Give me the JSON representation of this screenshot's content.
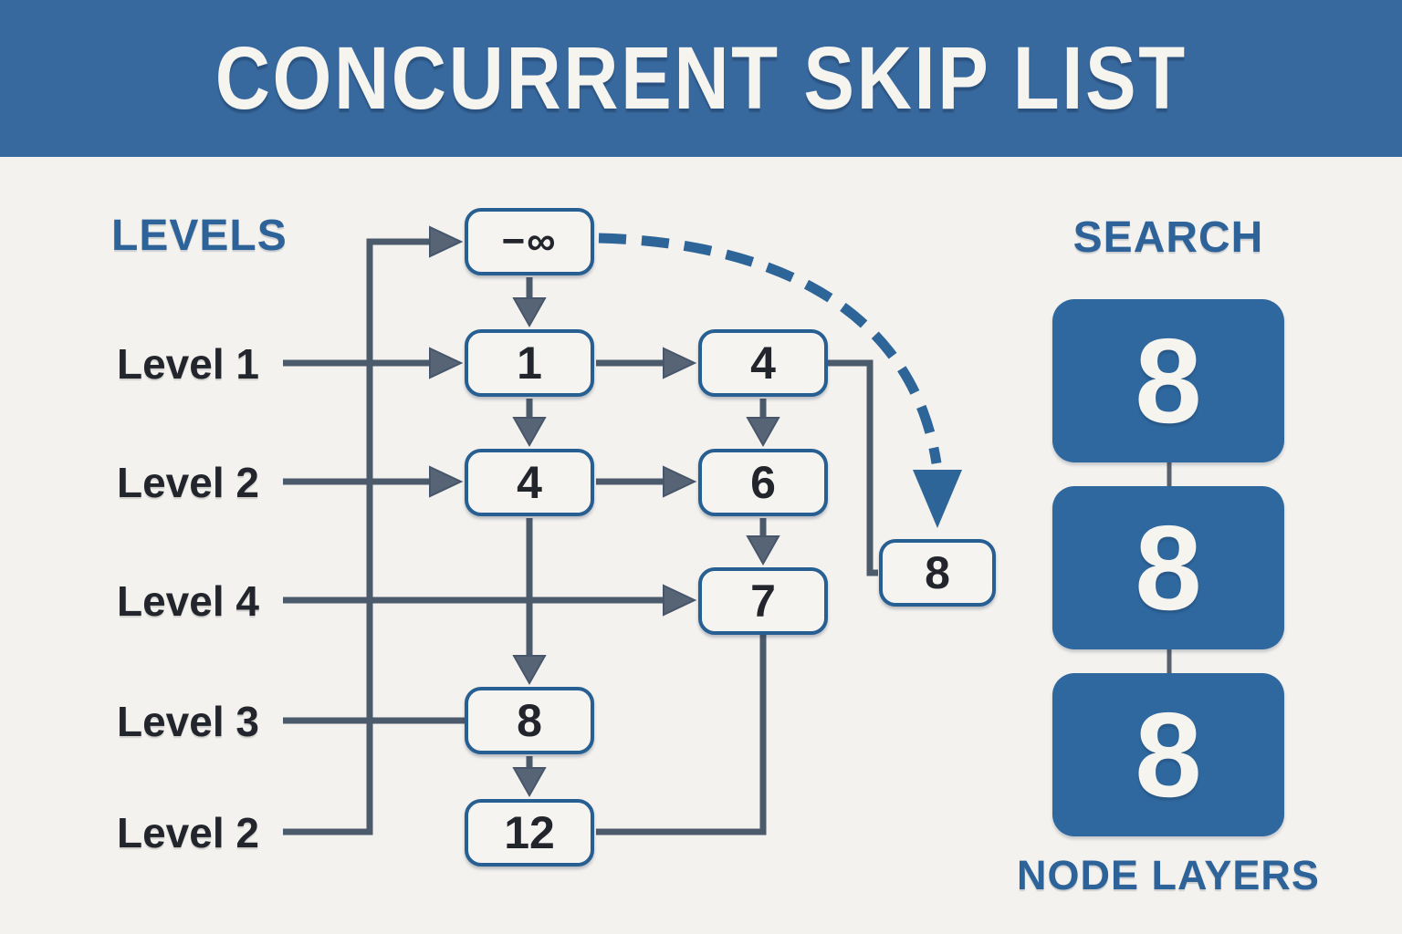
{
  "header": {
    "title": "CONCURRENT SKIP LIST"
  },
  "levels_panel": {
    "title": "LEVELS",
    "labels": [
      "Level 1",
      "Level 2",
      "Level 4",
      "Level 3",
      "Level 2"
    ]
  },
  "skip_list": {
    "nodes": {
      "head": "−∞",
      "l1_a": "1",
      "l1_b": "4",
      "l2_a": "4",
      "l2_b": "6",
      "l4_a": "7",
      "l3_a": "8",
      "l5_a": "12",
      "target": "8"
    }
  },
  "search_panel": {
    "title": "SEARCH",
    "layers": [
      "8",
      "8",
      "8"
    ],
    "caption": "NODE LAYERS"
  },
  "colors": {
    "header_bg": "#38699e",
    "background": "#f4f2ee",
    "node_fill": "#f6f4f0",
    "node_border": "#275f93",
    "accent_blue": "#2d6399",
    "panel_box": "#2f689e",
    "connector": "#4c5b6c",
    "arrowhead_fill": "#566476",
    "dashed_arrow": "#2e6598",
    "text_dark": "#22262c",
    "text_light": "#f6f4ef"
  }
}
